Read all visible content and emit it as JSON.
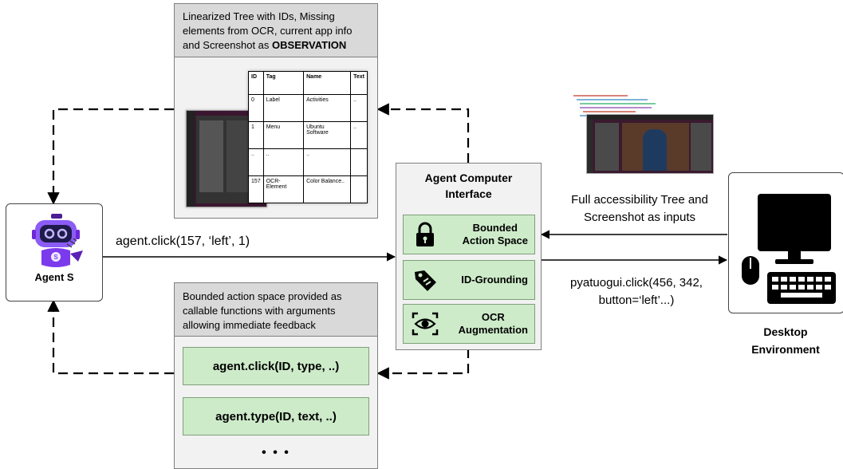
{
  "agent": {
    "label": "Agent S"
  },
  "observation_panel": {
    "header_line1": "Linearized Tree with IDs, Missing",
    "header_line2": "elements from OCR, current app info",
    "header_line3_prefix": "and Screenshot as ",
    "header_line3_bold": "OBSERVATION",
    "table": {
      "columns": [
        "ID",
        "Tag",
        "Name",
        "Text"
      ],
      "rows": [
        [
          "0",
          "Label",
          "Activities",
          ".."
        ],
        [
          "1",
          "Menu",
          "Ubuntu Software",
          ".."
        ],
        [
          "..",
          "..",
          "..",
          ""
        ],
        [
          "157",
          "OCR-Element",
          "Color Balance..",
          ""
        ]
      ]
    }
  },
  "action_panel": {
    "header_line1": "Bounded action space provided as",
    "header_line2": "callable functions with arguments",
    "header_line3": "allowing immediate feedback",
    "functions": [
      "agent.click(ID, type, ..)",
      "agent.type(ID, text, ..)"
    ],
    "ellipsis": "• • •"
  },
  "aci": {
    "title_line1": "Agent Computer",
    "title_line2": "Interface",
    "items": [
      {
        "label_line1": "Bounded",
        "label_line2": "Action Space",
        "icon": "lock-icon"
      },
      {
        "label_line1": "ID-Grounding",
        "label_line2": "",
        "icon": "tag-icon"
      },
      {
        "label_line1": "OCR",
        "label_line2": "Augmentation",
        "icon": "eye-scan-icon"
      }
    ]
  },
  "edges": {
    "agent_to_aci": "agent.click(157, ‘left’, 1)",
    "env_to_aci_line1": "Full accessibility Tree and",
    "env_to_aci_line2": "Screenshot as inputs",
    "aci_to_env_line1": "pyatuogui.click(456, 342,",
    "aci_to_env_line2": "button=‘left’...)"
  },
  "environment": {
    "label_line1": "Desktop",
    "label_line2": "Environment",
    "icon": "desktop-computer-icon"
  },
  "colors": {
    "green_box": "#cdebc9",
    "panel_bg": "#f2f2f2",
    "panel_header": "#d9d9d9",
    "agent_purple": "#7c3aed"
  }
}
